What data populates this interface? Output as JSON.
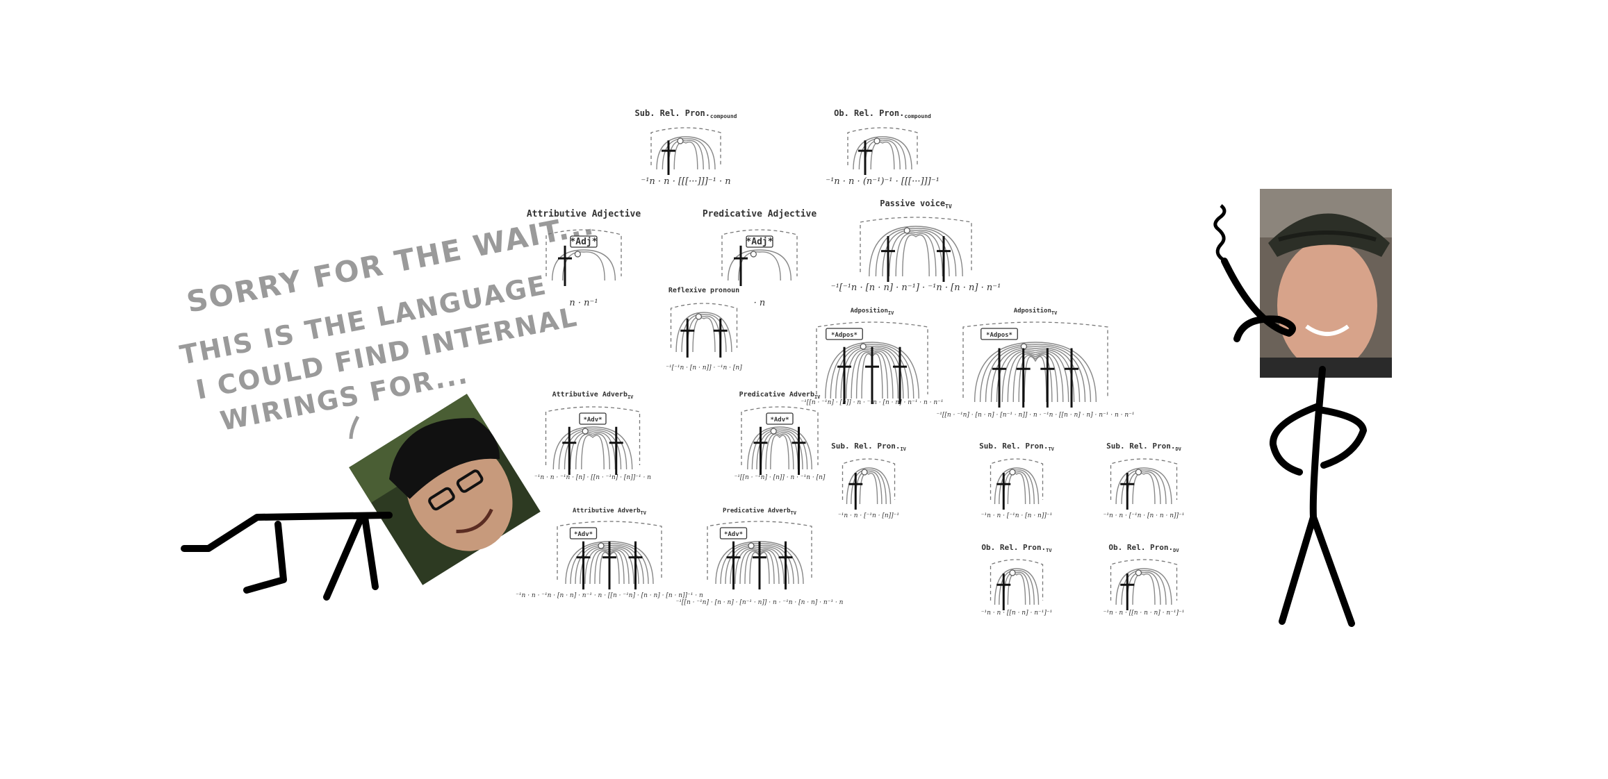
{
  "speech_lines": [
    "SORRY FOR THE WAIT...",
    "THIS IS  THE LANGUAGE",
    "I COULD FIND INTERNAL",
    "WIRINGS FOR..."
  ],
  "diagrams": [
    {
      "title": "Sub. Rel. Pron.",
      "sub": "compound",
      "formula": "⁻¹n · n · [[[···]]]⁻¹ · n"
    },
    {
      "title": "Ob. Rel. Pron.",
      "sub": "compound",
      "formula": "⁻¹n · n · (n⁻¹)⁻¹ · [[[···]]]⁻¹"
    },
    {
      "title": "Attributive Adjective",
      "sub": "",
      "box": "*Adj*",
      "formula": "n · n⁻¹"
    },
    {
      "title": "Predicative Adjective",
      "sub": "",
      "box": "*Adj*",
      "formula": "· n"
    },
    {
      "title": "Passive voice",
      "sub": "TV",
      "formula": "⁻¹[⁻¹n · [n · n] · n⁻¹] · ⁻¹n · [n · n] · n⁻¹"
    },
    {
      "title": "Reflexive pronoun",
      "sub": "",
      "formula": "⁻¹[⁻¹n · [n · n]] · ⁻¹n · [n]"
    },
    {
      "title": "Adposition",
      "sub": "IV",
      "box": "*Adpos*",
      "formula": "⁻¹[[n · ⁻¹n] · [n]] · n · ⁻¹n · [n · n] · n⁻¹ · n · n⁻¹"
    },
    {
      "title": "Adposition",
      "sub": "TV",
      "box": "*Adpos*",
      "formula": "⁻¹[[n · ⁻¹n] · [n · n] · [n⁻¹ · n]] · n · ⁻¹n · [[n · n] · n] · n⁻¹ · n · n⁻¹"
    },
    {
      "title": "Attributive Adverb",
      "sub": "IV",
      "box": "*Adv*",
      "formula": "⁻¹n · n · ⁻¹n · [n] · [[n · ⁻¹n] · [n]]⁻¹ · n"
    },
    {
      "title": "Predicative Adverb",
      "sub": "IV",
      "box": "*Adv*",
      "formula": "⁻¹[[n · ⁻¹n] · [n]] · n · ⁻¹n · [n]"
    },
    {
      "title": "Sub. Rel. Pron.",
      "sub": "IV",
      "formula": "⁻¹n · n · [⁻¹n · [n]]⁻¹"
    },
    {
      "title": "Sub. Rel. Pron.",
      "sub": "TV",
      "formula": "⁻¹n · n · [⁻¹n · [n · n]]⁻¹"
    },
    {
      "title": "Sub. Rel. Pron.",
      "sub": "DV",
      "formula": "⁻¹n · n · [⁻¹n · [n · n · n]]⁻¹"
    },
    {
      "title": "Attributive Adverb",
      "sub": "TV",
      "box": "*Adv*",
      "formula": "⁻¹n · n · ⁻¹n · [n · n] · n⁻¹ · n · [[n · ⁻¹n] · [n · n] · [n · n]]⁻¹ · n"
    },
    {
      "title": "Predicative Adverb",
      "sub": "TV",
      "box": "*Adv*",
      "formula": "⁻¹[[n · ⁻¹n] · [n · n] · [n⁻¹ · n]] · n · ⁻¹n · [n · n] · n⁻¹ · n"
    },
    {
      "title": "Ob. Rel. Pron.",
      "sub": "TV",
      "formula": "⁻¹n · n · [[n · n] · n⁻¹]⁻¹"
    },
    {
      "title": "Ob. Rel. Pron.",
      "sub": "DV",
      "formula": "⁻¹n · n · [[n · n · n] · n⁻¹]⁻¹"
    }
  ]
}
